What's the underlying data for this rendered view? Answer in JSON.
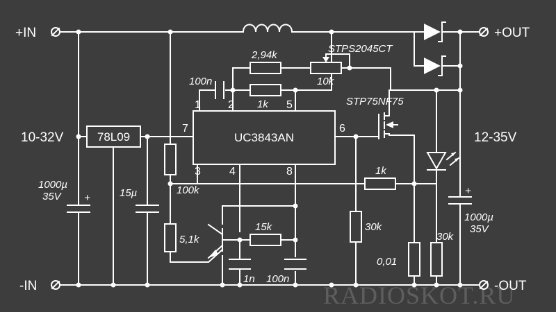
{
  "terminals": {
    "in_pos": "+IN",
    "in_neg": "-IN",
    "out_pos": "+OUT",
    "out_neg": "-OUT",
    "input_range": "10-32V",
    "output_range": "12-35V"
  },
  "components": {
    "regulator": "78L09",
    "controller": "UC3843AN",
    "mosfet": "STP75NF75",
    "diode": "STPS2045CT",
    "r_294k": "2,94k",
    "r_10k": "10k",
    "r_1k_fb": "1k",
    "r_100k": "100k",
    "r_51k": "5,1k",
    "r_15k": "15k",
    "r_1k_led": "1k",
    "r_30k_mid": "30k",
    "r_30k_right": "30k",
    "r_shunt": "0,01",
    "c_100n_top": "100n",
    "c_100n_bot": "100n",
    "c_1n": "1n",
    "c_15u": "15µ",
    "c_in_value": "1000µ",
    "c_in_voltage": "35V",
    "c_out_value": "1000µ",
    "c_out_voltage": "35V",
    "plus": "+"
  },
  "pins": {
    "p1": "1",
    "p2": "2",
    "p3": "3",
    "p4": "4",
    "p5": "5",
    "p6": "6",
    "p7": "7",
    "p8": "8"
  },
  "watermark": "RADIOSKOT.RU"
}
